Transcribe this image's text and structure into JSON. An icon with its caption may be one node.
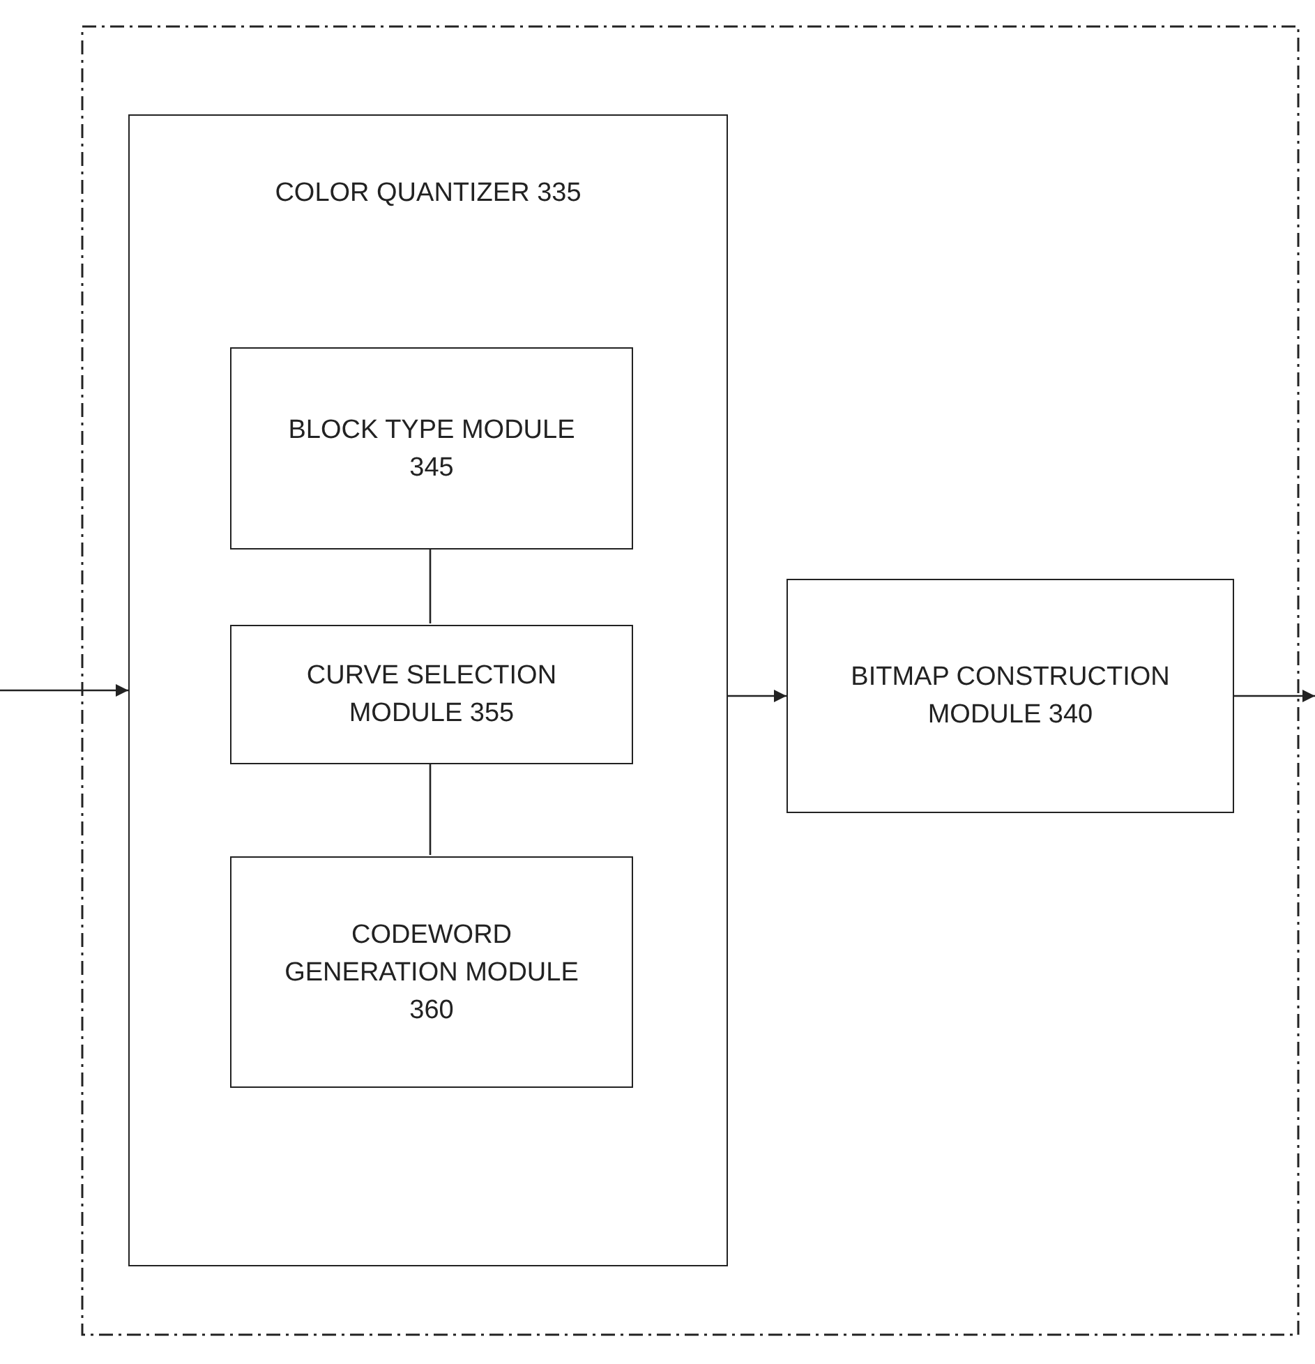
{
  "diagram": {
    "nodes": [
      {
        "text": [],
        "shape": "box"
      },
      {
        "text": [
          "COLOR QUANTIZER 335"
        ],
        "in": 0
      },
      {
        "text": [
          "BLOCK TYPE MODULE 345"
        ],
        "in": 1
      },
      {
        "text": [
          "CURVE SELECTION MODULE 355"
        ],
        "in": 1
      },
      {
        "text": [
          "CODEWORD GENERATION MODULE 360"
        ],
        "in": 1
      },
      {
        "text": [
          "BITMAP CONSTRUCTION MODULE 340"
        ],
        "in": 0
      }
    ],
    "edges": [
      {
        "from": null,
        "to": 1,
        "arrow": "to"
      },
      {
        "from": 2,
        "to": 3,
        "arrow": "none"
      },
      {
        "from": 3,
        "to": 4,
        "arrow": "none"
      },
      {
        "from": 1,
        "to": 5,
        "arrow": "to"
      },
      {
        "from": 5,
        "to": null,
        "arrow": "to"
      }
    ]
  }
}
